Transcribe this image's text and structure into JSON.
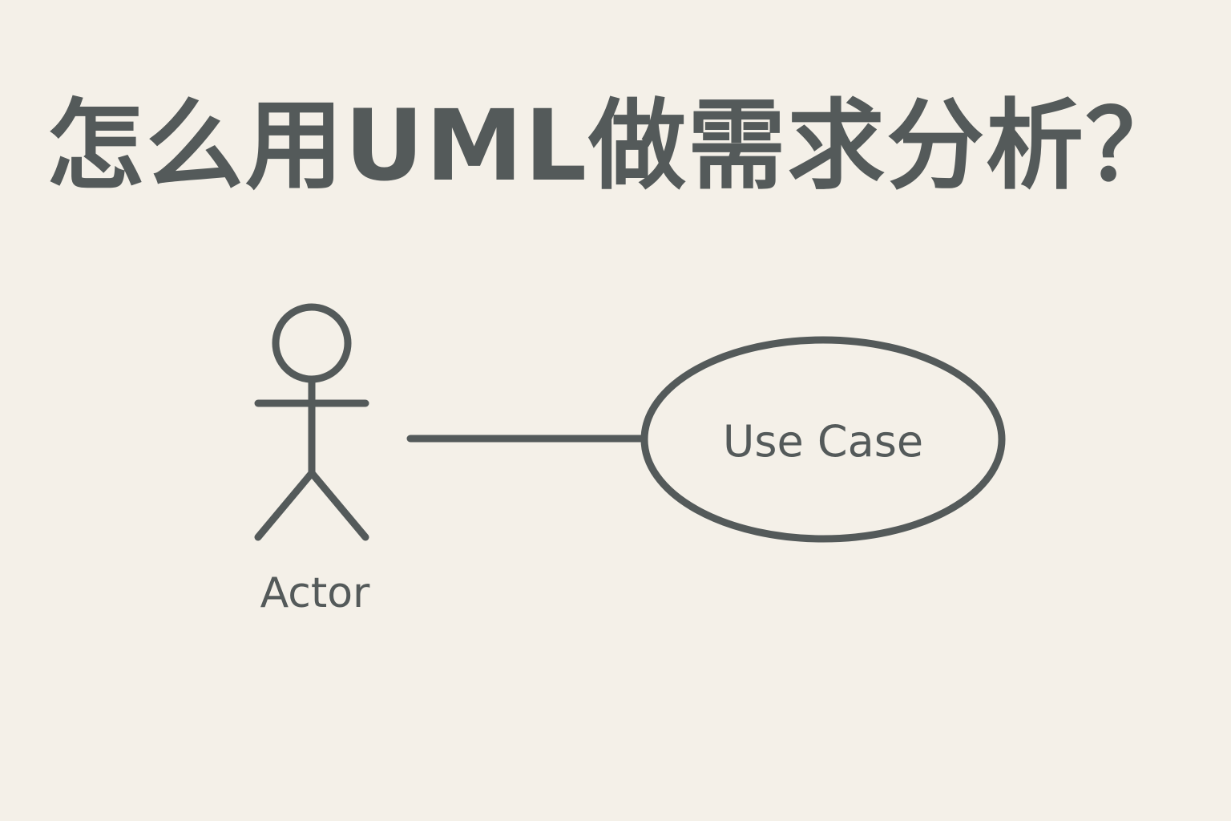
{
  "title": "怎么用UML做需求分析？",
  "diagram": {
    "actor_label": "Actor",
    "use_case_label": "Use Case",
    "stroke_color": "#545a5a",
    "background_color": "#f4f0e8"
  }
}
